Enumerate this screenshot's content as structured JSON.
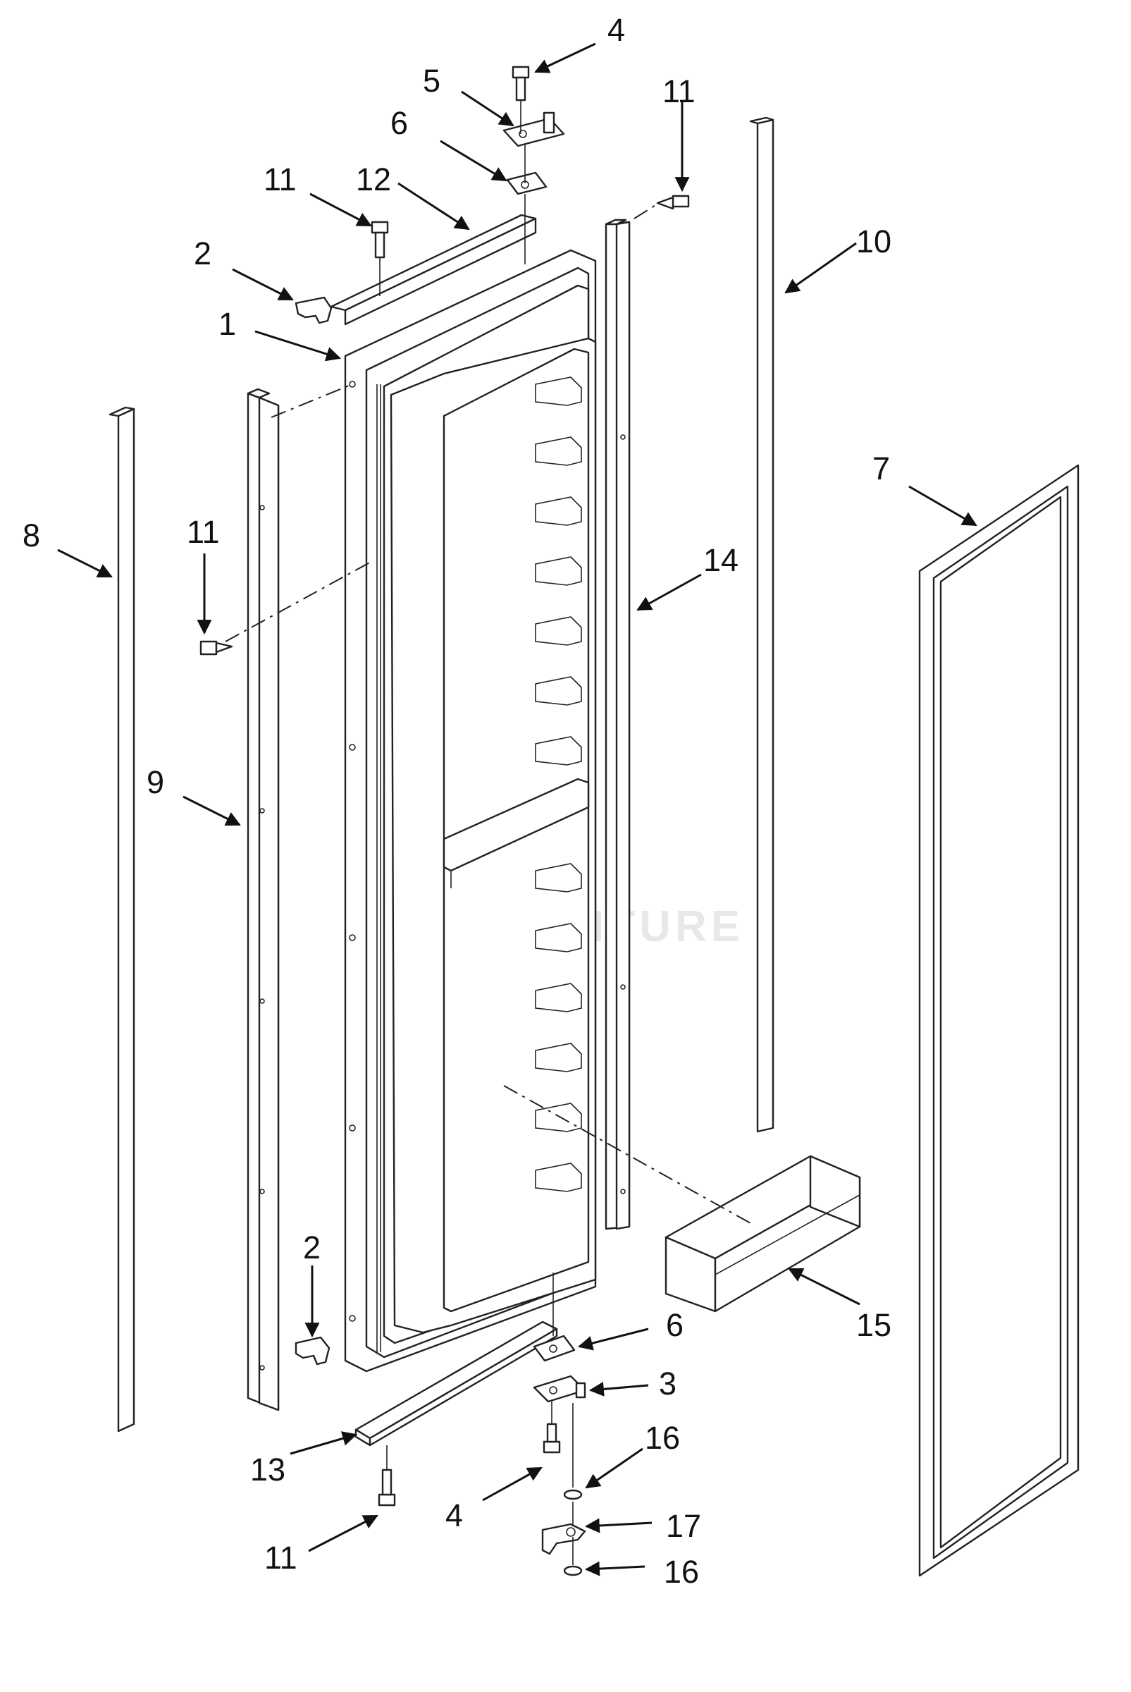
{
  "diagram": {
    "watermark": "LEADVENTURE",
    "callouts": {
      "c1": "1",
      "c2_top": "2",
      "c2_bottom": "2",
      "c3": "3",
      "c4_top": "4",
      "c4_bottom": "4",
      "c5": "5",
      "c6_top": "6",
      "c6_bottom": "6",
      "c7": "7",
      "c8": "8",
      "c9": "9",
      "c10": "10",
      "c11_a": "11",
      "c11_b": "11",
      "c11_c": "11",
      "c11_d": "11",
      "c12": "12",
      "c13": "13",
      "c14": "14",
      "c15": "15",
      "c16_top": "16",
      "c16_bottom": "16",
      "c17": "17"
    }
  }
}
